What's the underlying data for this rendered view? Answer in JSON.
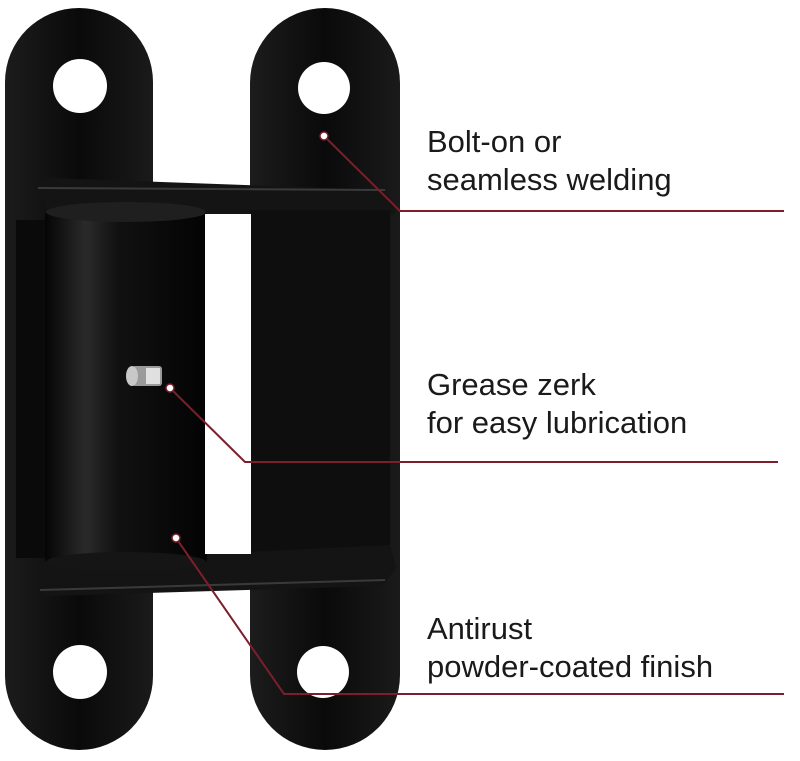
{
  "callouts": [
    {
      "lines": [
        "Bolt-on or",
        "seamless welding"
      ]
    },
    {
      "lines": [
        "Grease zerk",
        "for easy lubrication"
      ]
    },
    {
      "lines": [
        "Antirust",
        "powder-coated finish"
      ]
    }
  ],
  "colors": {
    "background": "#ffffff",
    "hinge": "#0d0d0d",
    "leader_line": "#7a1f2b",
    "text": "#1a1a1a"
  }
}
